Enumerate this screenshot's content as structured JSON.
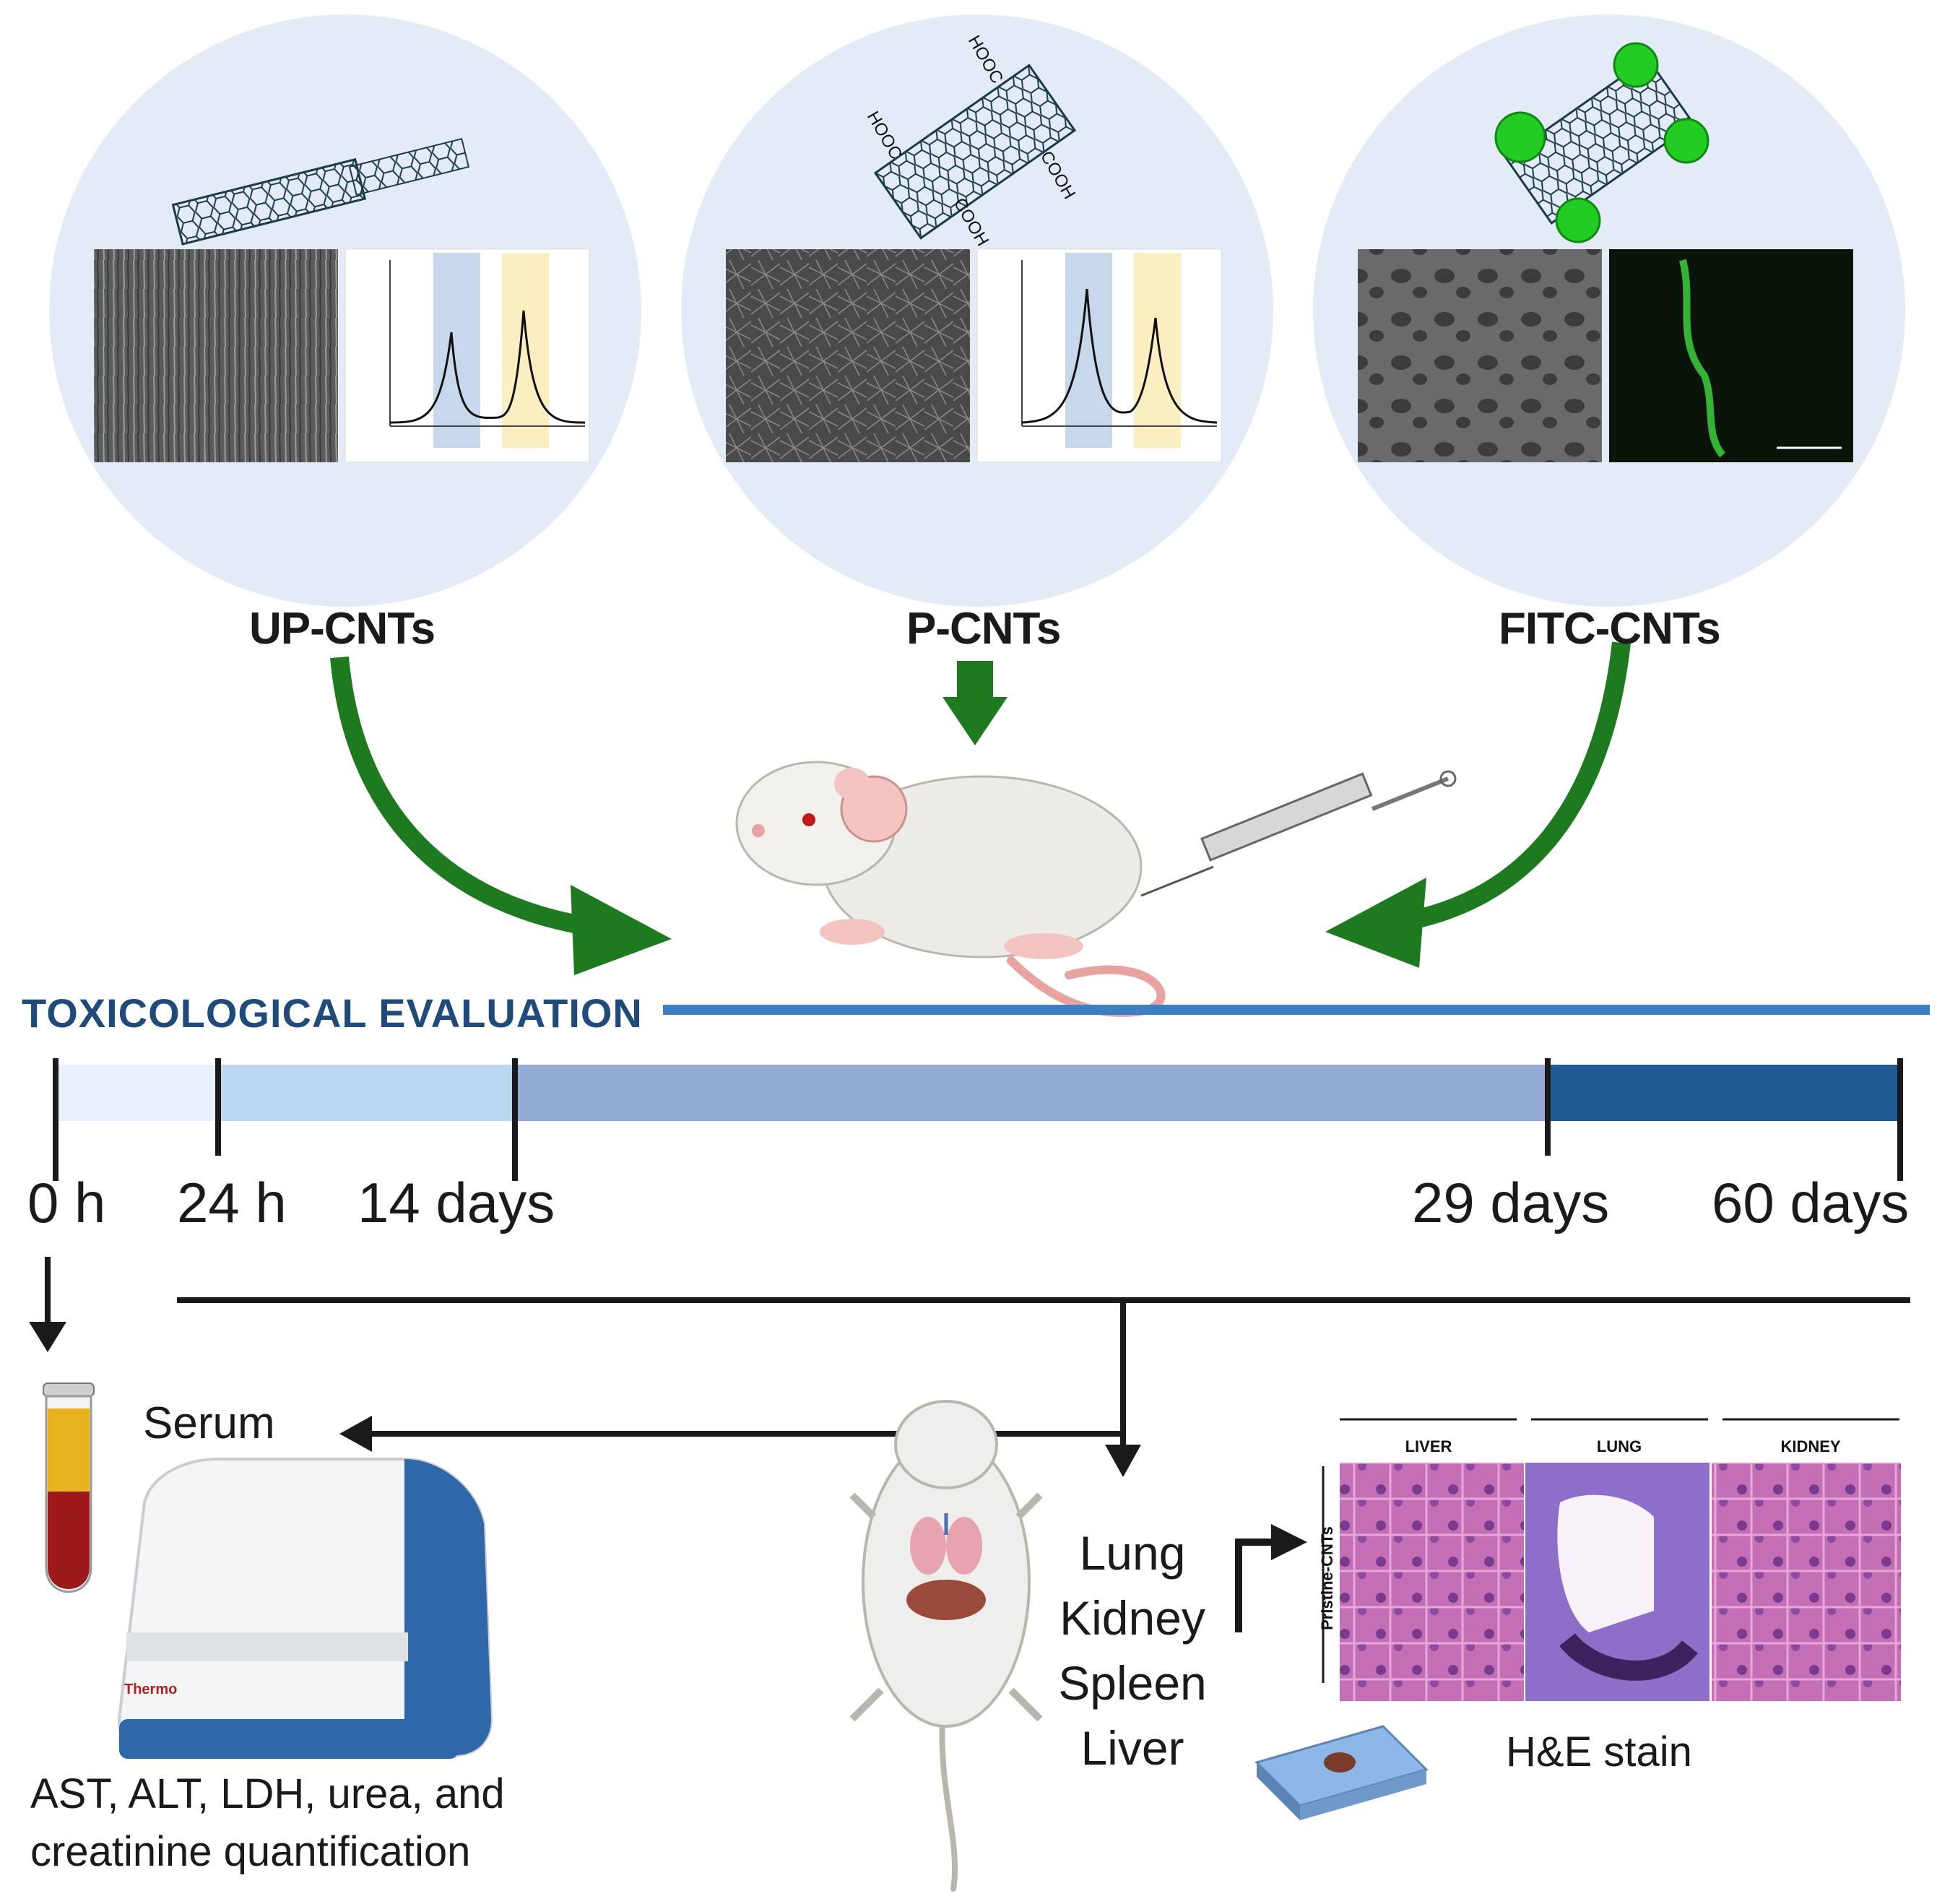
{
  "cnt_types": [
    {
      "label": "UP-CNTs"
    },
    {
      "label": "P-CNTs"
    },
    {
      "label": "FITC-CNTs"
    }
  ],
  "chemistry": {
    "group": "COOH",
    "group_rev": "HOOC"
  },
  "section_title": "TOXICOLOGICAL EVALUATION",
  "timeline": {
    "ticks": [
      "0 h",
      "24 h",
      "14 days",
      "29 days",
      "60 days"
    ],
    "segment_colors": [
      "#e8f0fb",
      "#bcd8f1",
      "#94abd4",
      "#1f5a94"
    ]
  },
  "serum": {
    "label": "Serum"
  },
  "quantification": {
    "line1": "AST, ALT, LDH, urea, and",
    "line2": "creatinine quantification",
    "analyzer_brand": "Thermo"
  },
  "organs": [
    "Lung",
    "Kidney",
    "Spleen",
    "Liver"
  ],
  "histology": {
    "columns": [
      "LIVER",
      "LUNG",
      "KIDNEY"
    ],
    "row_label": "Pristine-CNTs",
    "stain_label": "H&E stain"
  },
  "colors": {
    "arrow_green": "#1e7a1e",
    "accent_blue": "#3b7fc4",
    "circle_bg": "#e3ecf6",
    "fitc_green": "#22cc22"
  }
}
